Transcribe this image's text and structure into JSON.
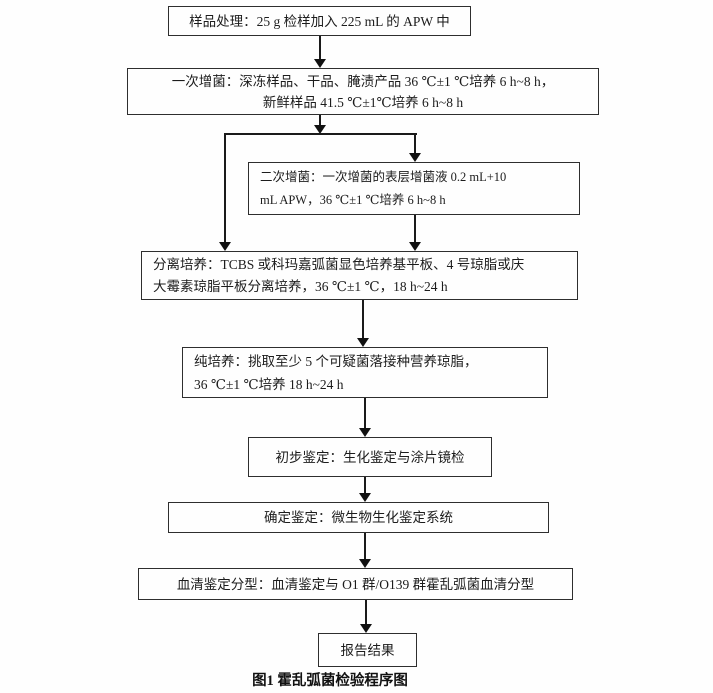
{
  "figure": {
    "caption": "图1 霍乱弧菌检验程序图",
    "background_color": "#fefefe",
    "line_color": "#1a1a1a",
    "text_color": "#1c1c1c"
  },
  "flowchart": {
    "type": "flowchart",
    "nodes": [
      {
        "id": "sample-processing",
        "lines": [
          "样品处理：25 g 检样加入 225 mL 的 APW 中"
        ]
      },
      {
        "id": "primary-enrichment",
        "lines": [
          "一次增菌：深冻样品、干品、腌渍产品 36 ℃±1 ℃培养 6 h~8 h，",
          "新鲜样品 41.5 ℃±1℃培养 6 h~8 h"
        ]
      },
      {
        "id": "secondary-enrichment",
        "lines": [
          "二次增菌：一次增菌的表层增菌液 0.2 mL+10",
          "mL APW，36 ℃±1 ℃培养 6 h~8 h"
        ]
      },
      {
        "id": "isolation-culture",
        "lines": [
          "分离培养：TCBS 或科玛嘉弧菌显色培养基平板、4 号琼脂或庆",
          "大霉素琼脂平板分离培养，36 ℃±1 ℃，18 h~24 h"
        ]
      },
      {
        "id": "pure-culture",
        "lines": [
          "纯培养：挑取至少 5 个可疑菌落接种营养琼脂，",
          "36 ℃±1 ℃培养 18 h~24 h"
        ]
      },
      {
        "id": "preliminary-identification",
        "lines": [
          "初步鉴定：生化鉴定与涂片镜检"
        ]
      },
      {
        "id": "confirmatory-identification",
        "lines": [
          "确定鉴定：微生物生化鉴定系统"
        ]
      },
      {
        "id": "serological-typing",
        "lines": [
          "血清鉴定分型：血清鉴定与 O1 群/O139 群霍乱弧菌血清分型"
        ]
      },
      {
        "id": "report-results",
        "lines": [
          "报告结果"
        ]
      }
    ],
    "edges": [
      {
        "from": "样品处理",
        "to": "一次增菌"
      },
      {
        "from": "一次增菌",
        "to": "二次增菌"
      },
      {
        "from": "一次增菌",
        "to": "分离培养"
      },
      {
        "from": "二次增菌",
        "to": "分离培养"
      },
      {
        "from": "分离培养",
        "to": "纯培养"
      },
      {
        "from": "纯培养",
        "to": "初步鉴定"
      },
      {
        "from": "初步鉴定",
        "to": "确定鉴定"
      },
      {
        "from": "确定鉴定",
        "to": "血清鉴定分型"
      },
      {
        "from": "血清鉴定分型",
        "to": "报告结果"
      }
    ]
  }
}
